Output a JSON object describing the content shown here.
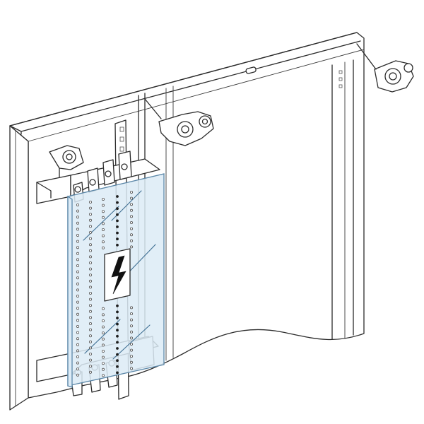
{
  "illustration": {
    "icons": [
      "enclosure",
      "support-brackets",
      "busbar-rails",
      "protective-cover",
      "high-voltage-warning-icon"
    ],
    "colors": {
      "outline": "#2b2b2b",
      "cover_fill": "#dcebf6",
      "cover_edge": "#5b87a8",
      "warning_bolt": "#111111",
      "background": "#ffffff"
    }
  }
}
